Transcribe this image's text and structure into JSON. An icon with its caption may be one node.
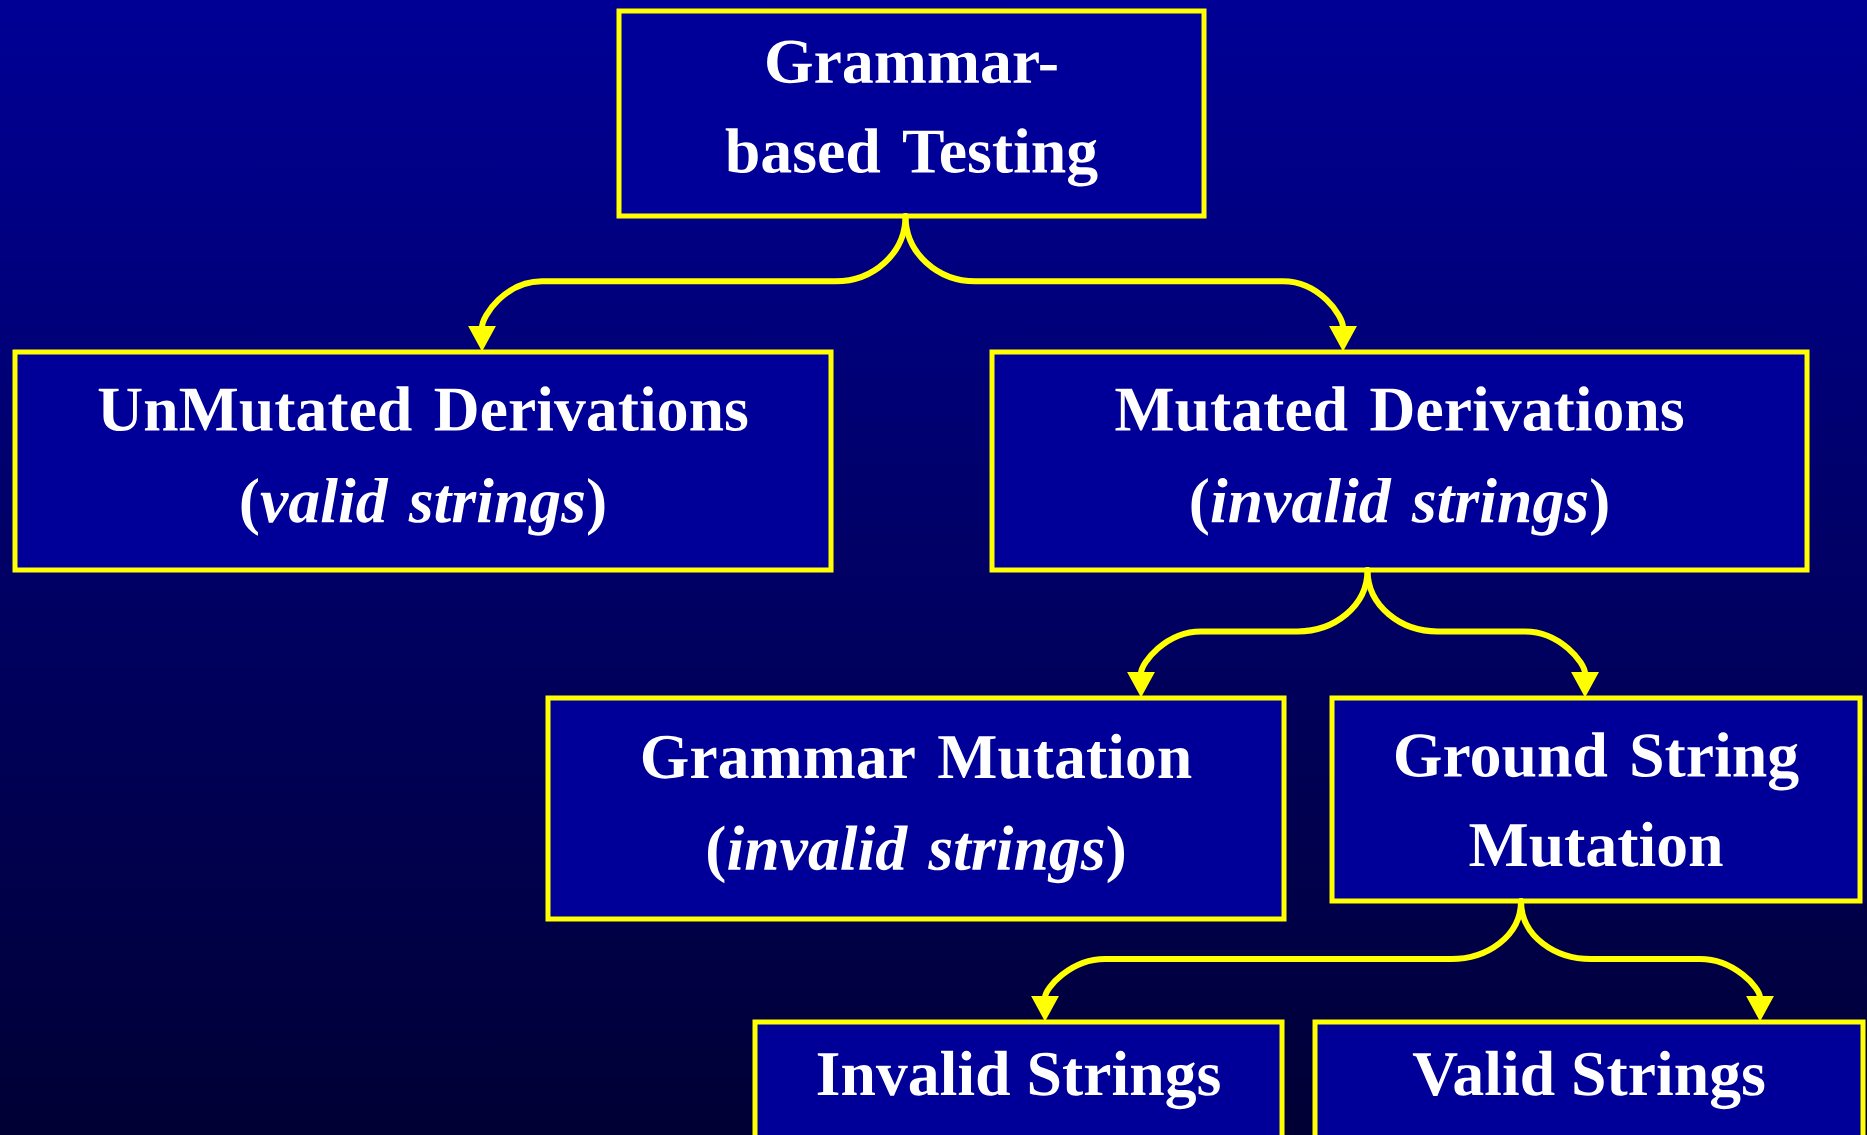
{
  "diagram": {
    "nodes": [
      {
        "text": [
          "Grammar-based Testing"
        ]
      },
      {
        "text": [
          "UnMutated Derivations",
          "(*valid strings*)"
        ]
      },
      {
        "text": [
          "Mutated Derivations",
          "(*invalid strings*)"
        ]
      },
      {
        "text": [
          "Grammar Mutation",
          "(*invalid strings*)"
        ]
      },
      {
        "text": [
          "Ground String Mutation"
        ]
      },
      {
        "text": [
          "Invalid Strings"
        ]
      },
      {
        "text": [
          "Valid Strings"
        ]
      }
    ],
    "edges": [
      {
        "from": 0,
        "to": 1,
        "arrow": "to"
      },
      {
        "from": 0,
        "to": 2,
        "arrow": "to"
      },
      {
        "from": 2,
        "to": 3,
        "arrow": "to"
      },
      {
        "from": 2,
        "to": 4,
        "arrow": "to"
      },
      {
        "from": 4,
        "to": 5,
        "arrow": "to"
      },
      {
        "from": 4,
        "to": 6,
        "arrow": "to"
      }
    ]
  }
}
